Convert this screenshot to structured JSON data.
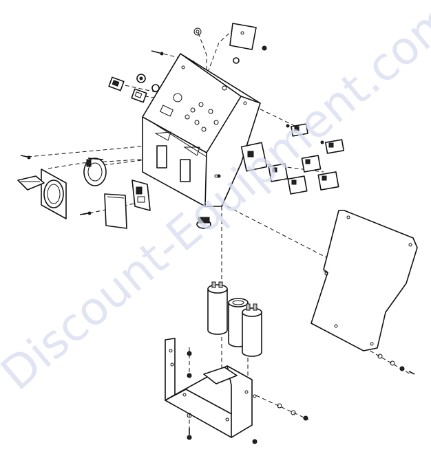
{
  "watermark": {
    "text": "Discount-Equipment.com",
    "color": "#d7dcf0"
  },
  "diagram": {
    "style": "exploded parts view, line art",
    "parts": [
      "control-box",
      "cover-plate",
      "twist-lock-receptacle",
      "duplex-receptacle",
      "circuit-breaker",
      "breaker-cover",
      "rocker-switches",
      "key-switch",
      "rectifier-modules",
      "capacitors",
      "mounting-bracket",
      "side-panel",
      "fasteners"
    ]
  }
}
